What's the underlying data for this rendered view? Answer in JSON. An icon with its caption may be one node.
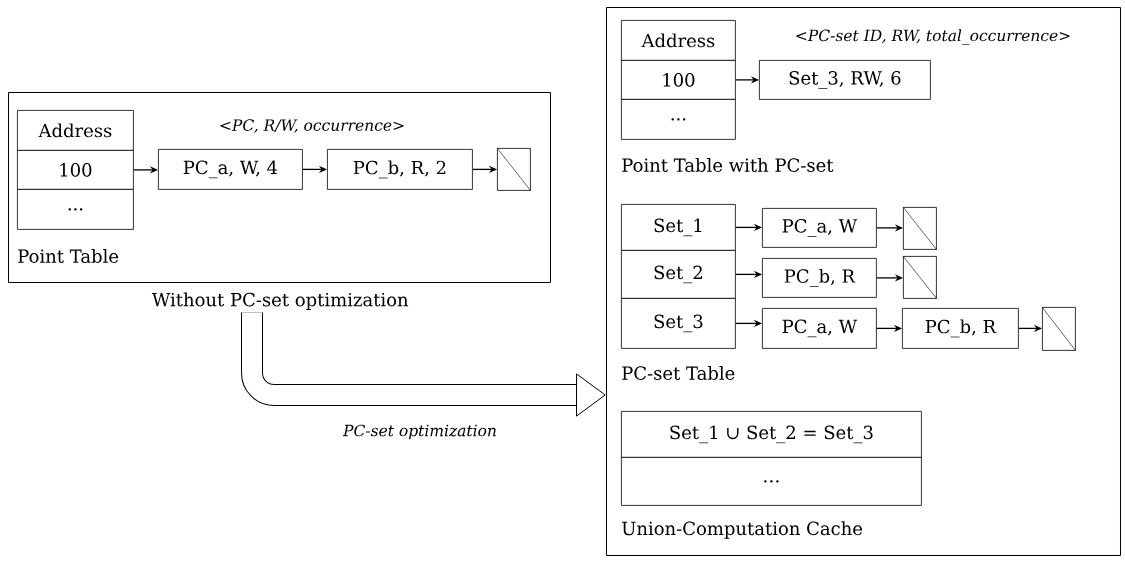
{
  "diagram": {
    "nodes": [
      {
        "text": [],
        "shape": "box"
      },
      {
        "text": [
          "Address"
        ],
        "in": 0
      },
      {
        "text": [
          "100"
        ],
        "in": 0
      },
      {
        "text": [
          "..."
        ],
        "in": 0
      },
      {
        "text": [
          "PC_a, W, 4"
        ],
        "in": 0
      },
      {
        "text": [
          "PC_b, R, 2"
        ],
        "in": 0
      },
      {
        "text": [],
        "shape": "box",
        "in": 0
      },
      {
        "text": [],
        "shape": "box"
      },
      {
        "text": [
          "Address"
        ],
        "in": 7
      },
      {
        "text": [
          "100"
        ],
        "in": 7
      },
      {
        "text": [
          "..."
        ],
        "in": 7
      },
      {
        "text": [
          "Set_3, RW, 6"
        ],
        "in": 7
      },
      {
        "text": [
          "Set_1"
        ],
        "in": 7
      },
      {
        "text": [
          "Set_2"
        ],
        "in": 7
      },
      {
        "text": [
          "Set_3"
        ],
        "in": 7
      },
      {
        "text": [
          "PC_a, W"
        ],
        "in": 7
      },
      {
        "text": [],
        "shape": "box",
        "in": 7
      },
      {
        "text": [
          "PC_b, R"
        ],
        "in": 7
      },
      {
        "text": [],
        "shape": "box",
        "in": 7
      },
      {
        "text": [
          "PC_a, W"
        ],
        "in": 7
      },
      {
        "text": [
          "PC_b, R"
        ],
        "in": 7
      },
      {
        "text": [],
        "shape": "box",
        "in": 7
      },
      {
        "text": [
          "Set_1 ∪ Set_2  =  Set_3"
        ],
        "in": 7
      },
      {
        "text": [
          "…"
        ],
        "in": 7
      },
      {
        "text": [
          "Without PC-set optimization"
        ]
      }
    ],
    "edges": [
      {
        "from": 2,
        "to": 4,
        "arrow": "to"
      },
      {
        "from": 4,
        "to": 5,
        "arrow": "to"
      },
      {
        "from": 5,
        "to": 6,
        "arrow": "to"
      },
      {
        "from": 24,
        "to": 7,
        "arrow": "to",
        "label": "PC-set optimization",
        "style": "thick"
      },
      {
        "from": 9,
        "to": 11,
        "arrow": "to"
      },
      {
        "from": 12,
        "to": 15,
        "arrow": "to"
      },
      {
        "from": 15,
        "to": 16,
        "arrow": "to"
      },
      {
        "from": 13,
        "to": 17,
        "arrow": "to"
      },
      {
        "from": 17,
        "to": 18,
        "arrow": "to"
      },
      {
        "from": 14,
        "to": 19,
        "arrow": "to"
      },
      {
        "from": 19,
        "to": 20,
        "arrow": "to"
      },
      {
        "from": 20,
        "to": 21,
        "arrow": "to"
      }
    ],
    "labels": [
      "<PC, R/W, occurrence>",
      "Point Table",
      "<PC-set ID, RW, total_occurrence>",
      "Point Table with PC-set",
      "PC-set Table",
      "Union-Computation Cache"
    ]
  }
}
